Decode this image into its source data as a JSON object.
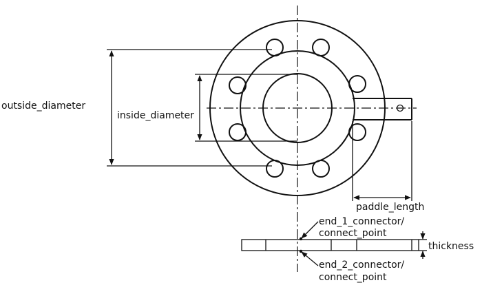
{
  "labels": {
    "outside_diameter": "outside_diameter",
    "inside_diameter": "inside_diameter",
    "paddle_length": "paddle_length",
    "end_1_line1": "end_1_connector/",
    "end_1_line2": "connect_point",
    "thickness": "thickness",
    "end_2_line1": "end_2_connector/",
    "end_2_line2": "connect_point"
  },
  "colors": {
    "stroke": "#111111",
    "background": "#ffffff"
  }
}
